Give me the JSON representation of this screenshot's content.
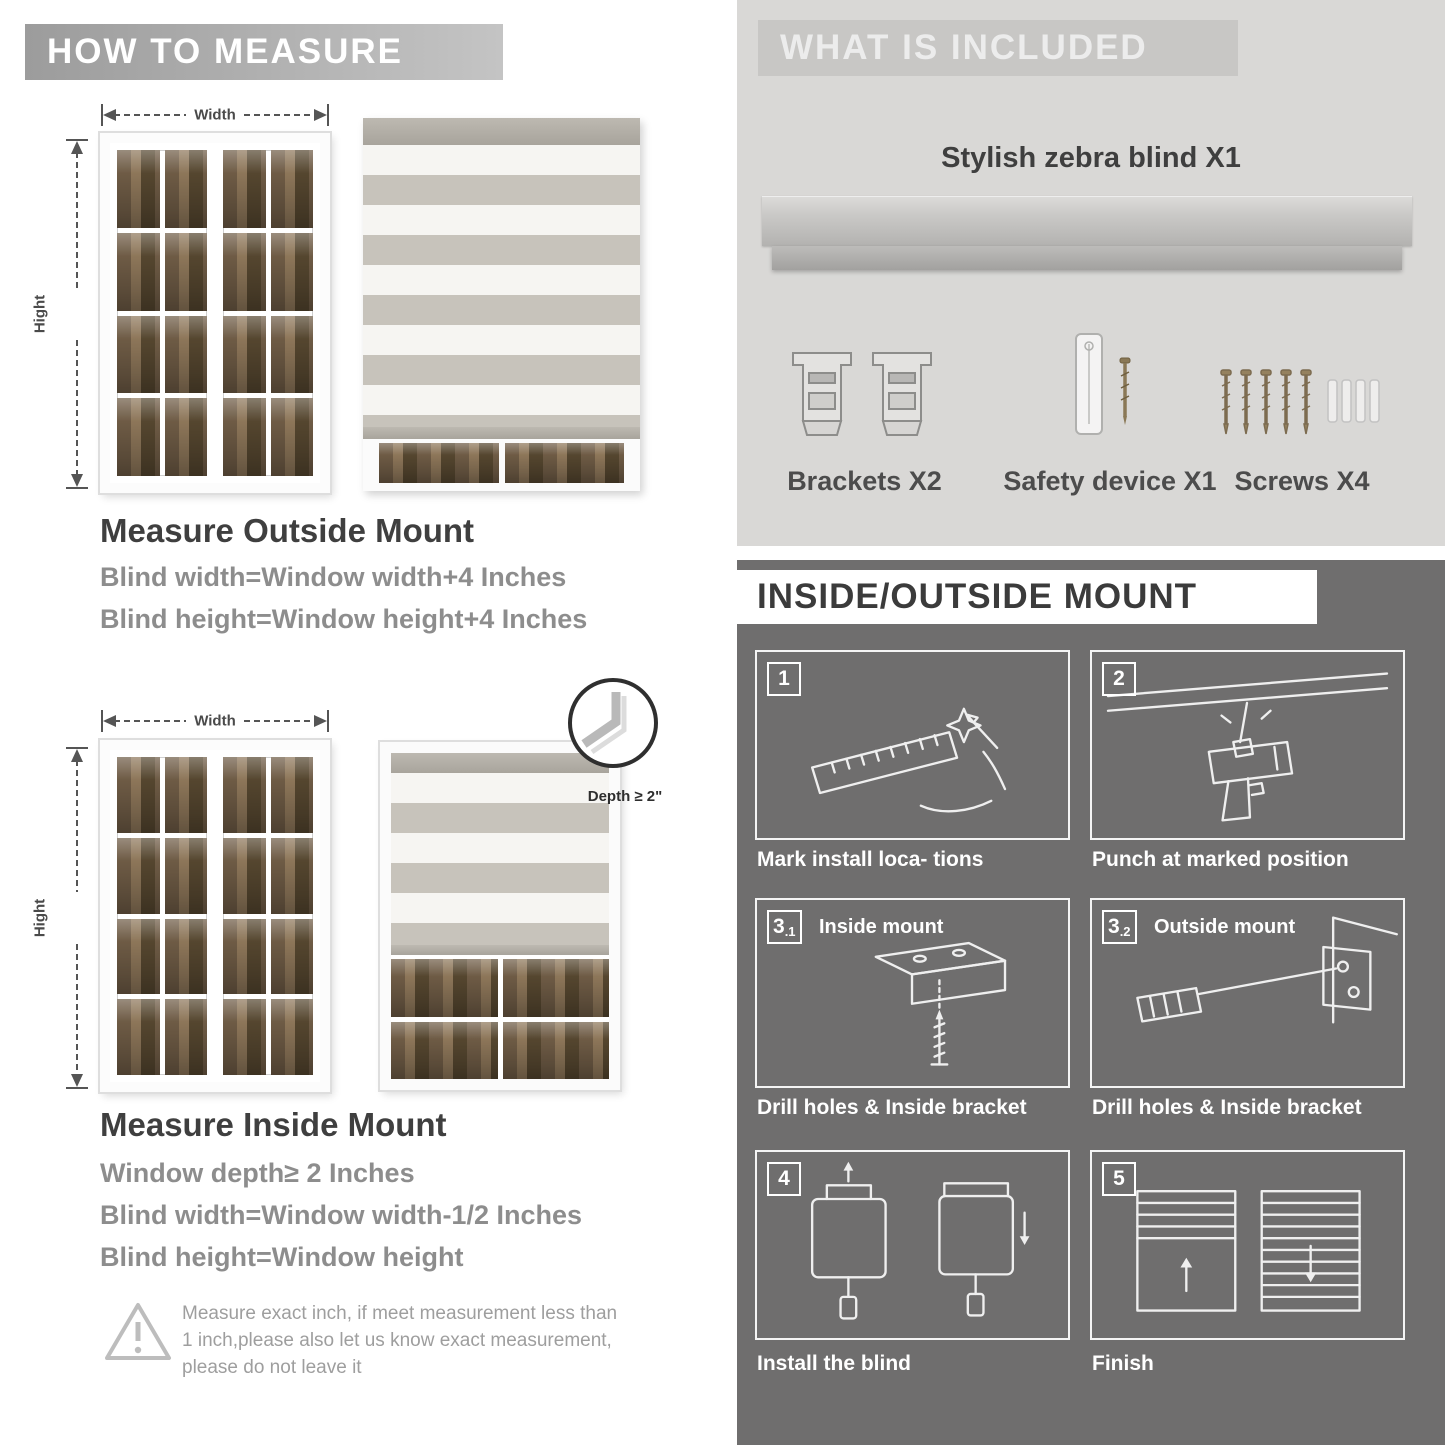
{
  "left": {
    "banner": "HOW TO MEASURE",
    "outside": {
      "width_label": "Width",
      "height_label": "Hight",
      "title": "Measure Outside Mount",
      "lines": [
        "Blind width=Window width+4 Inches",
        "Blind height=Window height+4 Inches"
      ]
    },
    "inside": {
      "width_label": "Width",
      "height_label": "Hight",
      "depth_callout": "Depth ≥ 2\"",
      "title": "Measure Inside Mount",
      "lines": [
        "Window depth≥ 2 Inches",
        "Blind width=Window width-1/2 Inches",
        "Blind height=Window height"
      ]
    },
    "warning_text": "Measure exact inch, if meet measurement less than 1 inch,please also let us know exact measurement, please do not leave it"
  },
  "right": {
    "included": {
      "banner": "WHAT IS INCLUDED",
      "product_label": "Stylish zebra blind X1",
      "items": [
        {
          "label": "Brackets X2"
        },
        {
          "label": "Safety device X1"
        },
        {
          "label": "Screws X4"
        }
      ]
    },
    "mount": {
      "banner": "INSIDE/OUTSIDE MOUNT",
      "steps": [
        {
          "num": "1",
          "sub": "",
          "label": "",
          "caption": "Mark install loca- tions"
        },
        {
          "num": "2",
          "sub": "",
          "label": "",
          "caption": "Punch at  marked position"
        },
        {
          "num": "3",
          "sub": ".1",
          "label": "Inside mount",
          "caption": "Drill holes &  Inside bracket"
        },
        {
          "num": "3",
          "sub": ".2",
          "label": "Outside mount",
          "caption": "Drill holes &  Inside bracket"
        },
        {
          "num": "4",
          "sub": "",
          "label": "",
          "caption": "Install the blind"
        },
        {
          "num": "5",
          "sub": "",
          "label": "",
          "caption": "Finish"
        }
      ]
    }
  }
}
